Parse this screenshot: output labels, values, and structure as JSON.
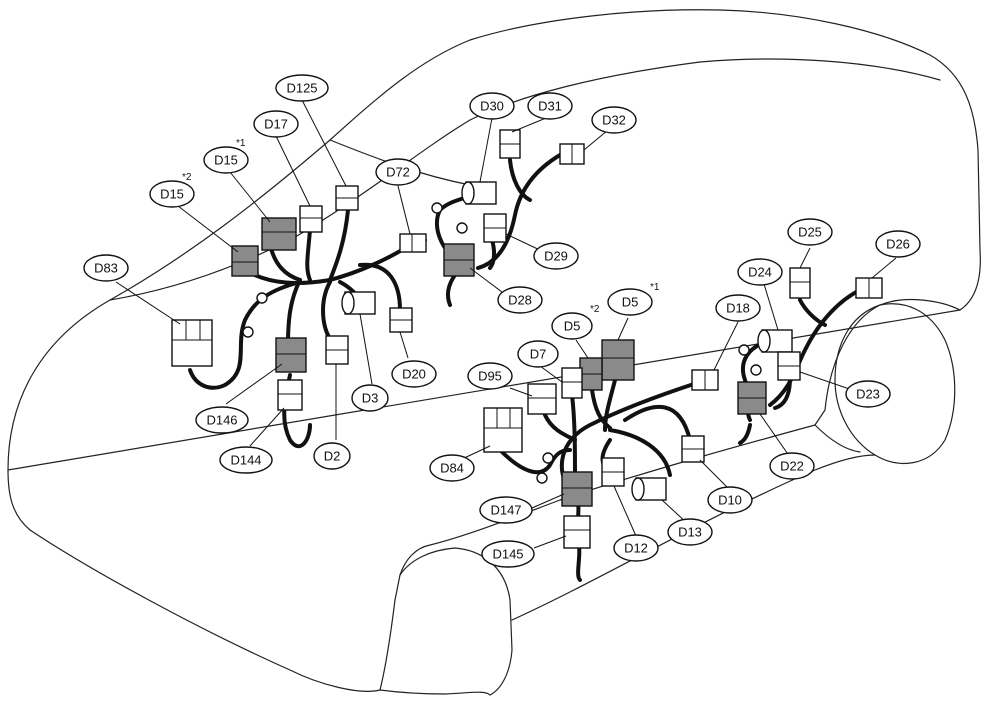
{
  "labels": [
    {
      "id": "D125",
      "text": "D125"
    },
    {
      "id": "D17",
      "text": "D17"
    },
    {
      "id": "D15a",
      "text": "D15",
      "note": "*1"
    },
    {
      "id": "D15b",
      "text": "D15",
      "note": "*2"
    },
    {
      "id": "D83",
      "text": "D83"
    },
    {
      "id": "D72",
      "text": "D72"
    },
    {
      "id": "D30",
      "text": "D30"
    },
    {
      "id": "D31",
      "text": "D31"
    },
    {
      "id": "D32",
      "text": "D32"
    },
    {
      "id": "D29",
      "text": "D29"
    },
    {
      "id": "D28",
      "text": "D28"
    },
    {
      "id": "D20",
      "text": "D20"
    },
    {
      "id": "D3",
      "text": "D3"
    },
    {
      "id": "D2",
      "text": "D2"
    },
    {
      "id": "D146",
      "text": "D146"
    },
    {
      "id": "D144",
      "text": "D144"
    },
    {
      "id": "D25",
      "text": "D25"
    },
    {
      "id": "D26",
      "text": "D26"
    },
    {
      "id": "D24",
      "text": "D24"
    },
    {
      "id": "D18",
      "text": "D18"
    },
    {
      "id": "D5a",
      "text": "D5",
      "note": "*1"
    },
    {
      "id": "D5b",
      "text": "D5",
      "note": "*2"
    },
    {
      "id": "D7",
      "text": "D7"
    },
    {
      "id": "D95",
      "text": "D95"
    },
    {
      "id": "D23",
      "text": "D23"
    },
    {
      "id": "D22",
      "text": "D22"
    },
    {
      "id": "D84",
      "text": "D84"
    },
    {
      "id": "D10",
      "text": "D10"
    },
    {
      "id": "D13",
      "text": "D13"
    },
    {
      "id": "D12",
      "text": "D12"
    },
    {
      "id": "D147",
      "text": "D147"
    },
    {
      "id": "D145",
      "text": "D145"
    }
  ]
}
